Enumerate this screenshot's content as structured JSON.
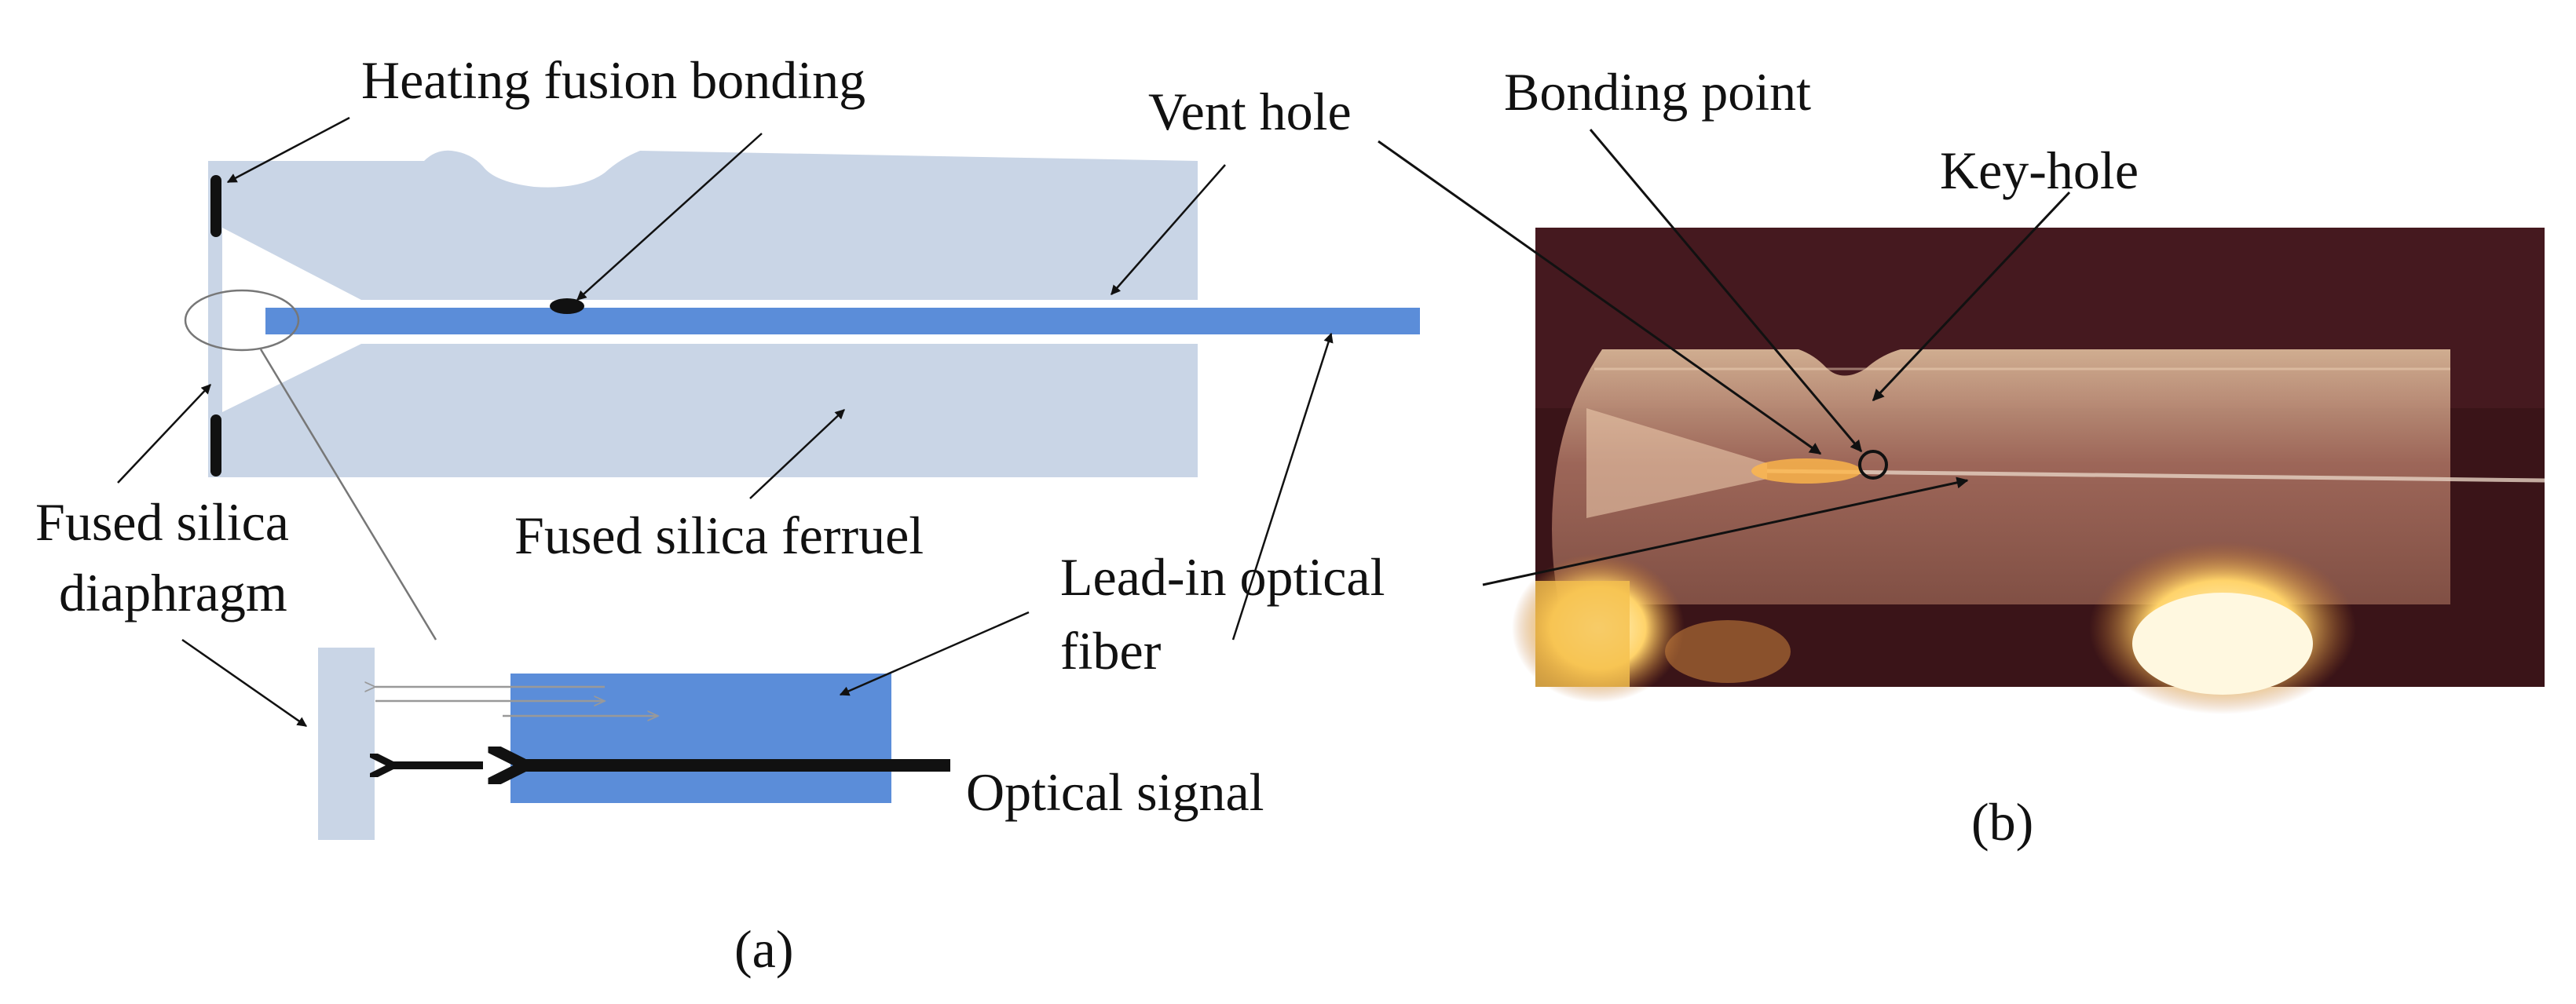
{
  "panel_a": {
    "labels": {
      "heating_fusion_bonding": "Heating fusion bonding",
      "vent_hole": "Vent hole",
      "fused_silica_line1": "Fused silica",
      "fused_silica_line2": "diaphragm",
      "fused_silica_ferrule": "Fused silica ferruel",
      "optical_signal": "Optical signal"
    },
    "caption": "(a)"
  },
  "panel_b": {
    "labels": {
      "bonding_point": "Bonding point",
      "key_hole": "Key-hole",
      "lead_in_line1": "Lead-in optical",
      "lead_in_line2": "fiber"
    },
    "caption": "(b)"
  },
  "colors": {
    "ferrule": "#c9d5e6",
    "fiber": "#5b8dd9",
    "magnified_ferrule": "#5b8dd9",
    "ink": "#111111",
    "photo_bg": "#3a1418",
    "photo_glow": "#ffd36a"
  }
}
